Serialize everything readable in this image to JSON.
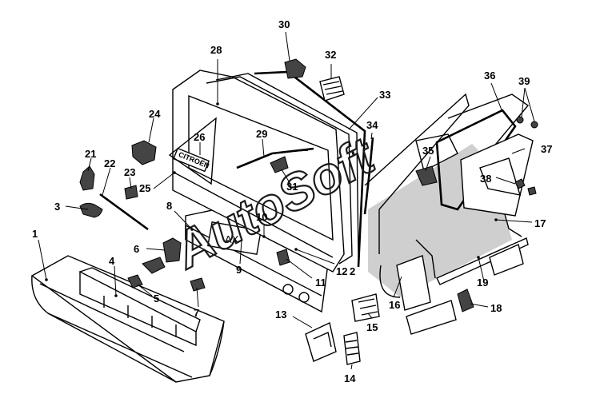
{
  "diagram": {
    "type": "exploded-parts-diagram",
    "watermark": "AutoSoft",
    "plate_text": "AX",
    "badge_text": "CITROËN",
    "callouts": [
      "1",
      "2",
      "3",
      "4",
      "5",
      "6",
      "7",
      "8",
      "9",
      "10",
      "11",
      "12",
      "13",
      "14",
      "15",
      "16",
      "17",
      "18",
      "19",
      "21",
      "22",
      "23",
      "24",
      "25",
      "26",
      "28",
      "29",
      "30",
      "31",
      "32",
      "33",
      "34",
      "35",
      "36",
      "37",
      "38",
      "39"
    ]
  }
}
